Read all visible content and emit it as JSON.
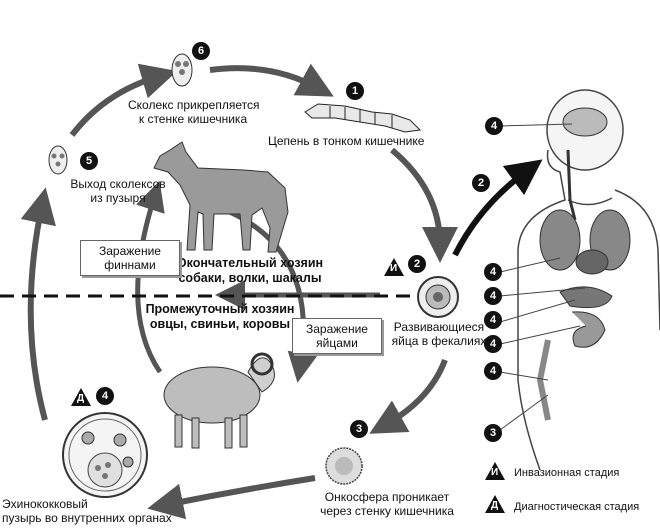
{
  "steps": {
    "s1": {
      "num": "1",
      "label": "Цепень в тонком кишечнике"
    },
    "s2": {
      "num": "2",
      "label_line1": "Развивающиеся",
      "label_line2": "яйца в фекалиях"
    },
    "s3": {
      "num": "3",
      "label_line1": "Онкосфера проникает",
      "label_line2": "через стенку кишечника"
    },
    "s4": {
      "num": "4",
      "label_line1": "Эхинококковый",
      "label_line2": "пузырь во внутренних органах"
    },
    "s5": {
      "num": "5",
      "label_line1": "Выход сколексов",
      "label_line2": "из пузыря"
    },
    "s6": {
      "num": "6",
      "label_line1": "Сколекс прикрепляется",
      "label_line2": "к стенке кишечника"
    }
  },
  "boxes": {
    "finns": {
      "line1": "Заражение",
      "line2": "финнами"
    },
    "eggs": {
      "line1": "Заражение",
      "line2": "яйцами"
    }
  },
  "hosts": {
    "definitive": {
      "line1": "Окончательный хозяин",
      "line2": "собаки, волки, шакалы"
    },
    "intermediate": {
      "line1": "Промежуточный хозяин",
      "line2": "овцы, свиньи, коровы"
    }
  },
  "human": {
    "arrow_num": "2",
    "organ_num": "4",
    "bottom_num": "3"
  },
  "stage_badges": {
    "invasive": "И",
    "diagnostic": "Д"
  },
  "legend": {
    "invasive": {
      "symbol": "И",
      "label": "Инвазионная стадия"
    },
    "diagnostic": {
      "symbol": "Д",
      "label": "Диагностическая стадия"
    }
  }
}
